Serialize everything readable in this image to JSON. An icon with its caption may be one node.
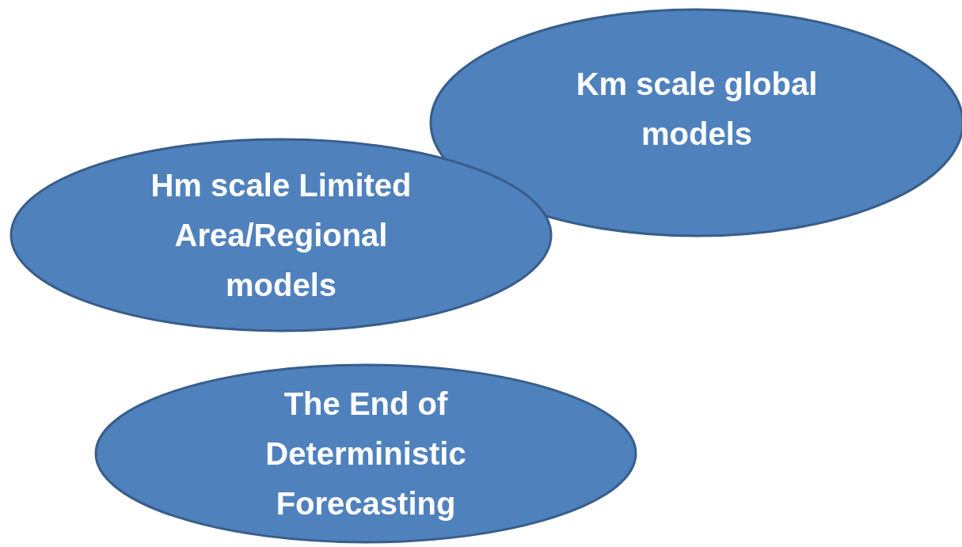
{
  "diagram": {
    "nodes": [
      {
        "text": [
          "Km scale global models"
        ]
      },
      {
        "text": [
          "Hm scale Limited Area/Regional models"
        ]
      },
      {
        "text": [
          "The End of Deterministic Forecasting"
        ]
      }
    ]
  }
}
